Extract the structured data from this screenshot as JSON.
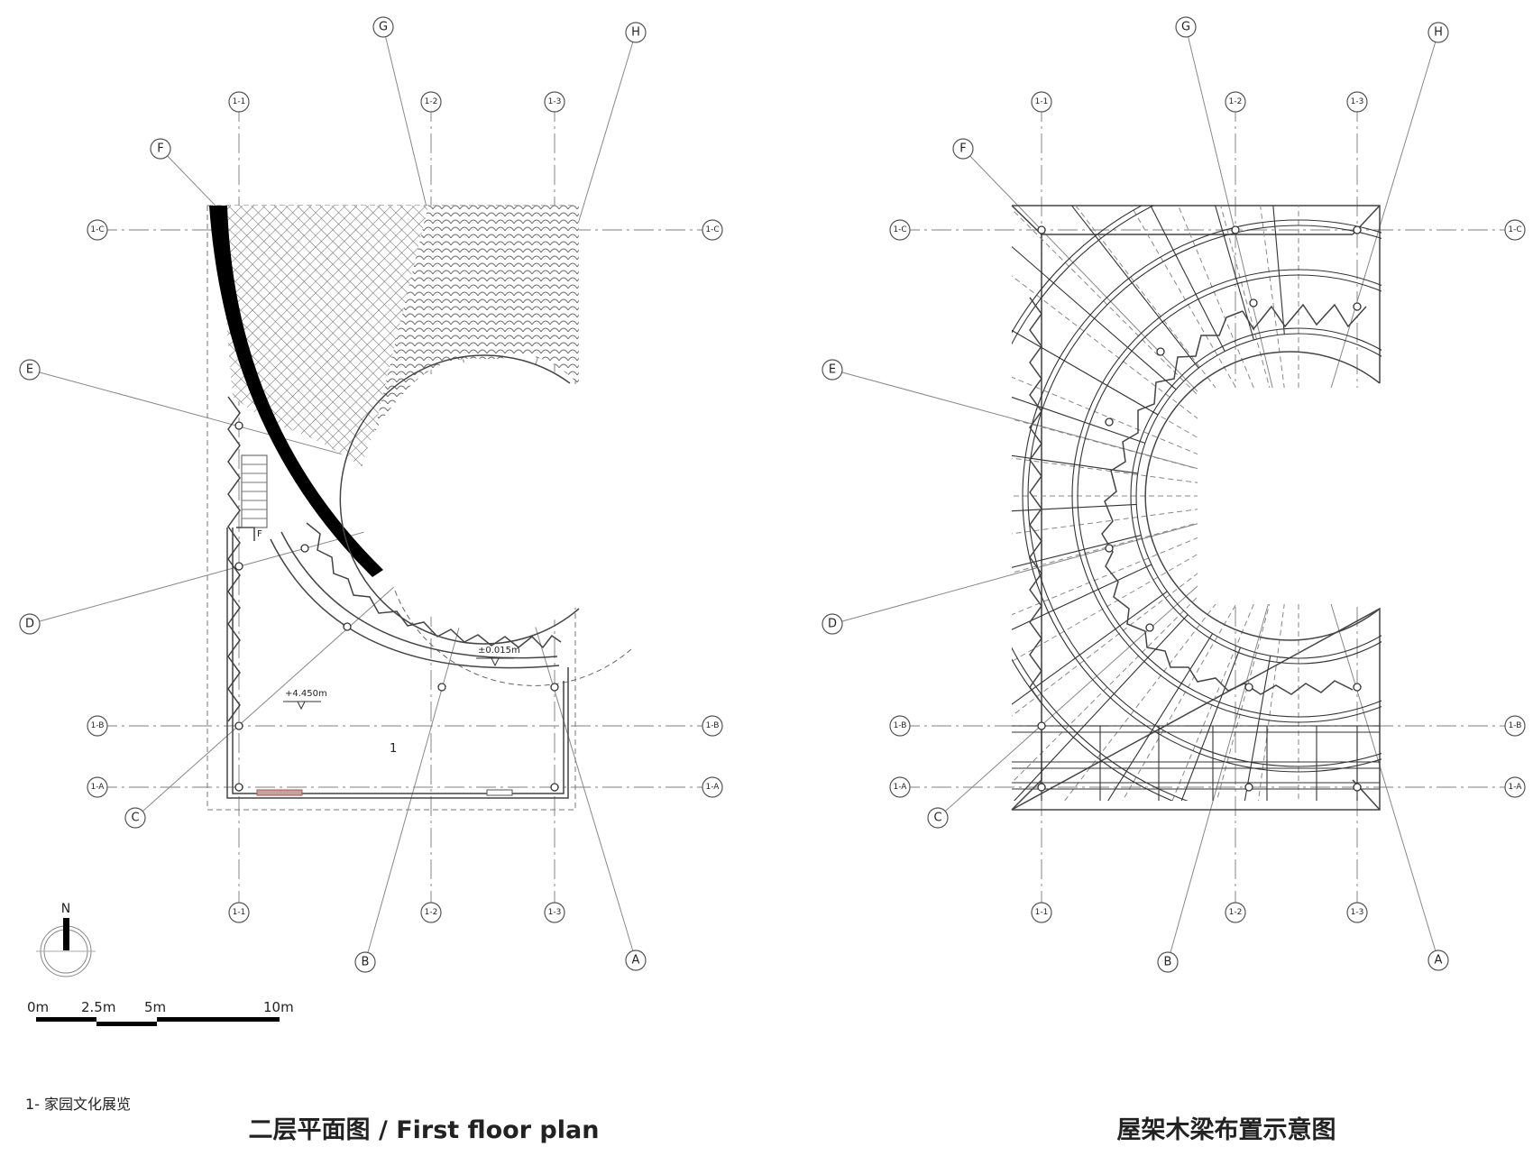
{
  "plan_left": {
    "caption": "二层平面图 / First floor plan",
    "room_number": "1",
    "level_upper": "±0.015m",
    "level_lower": "+4.450m",
    "stair_mark": "F",
    "axes_letters": [
      "A",
      "B",
      "C",
      "D",
      "E",
      "F",
      "G",
      "H"
    ],
    "grid_top": [
      "1-1",
      "1-2",
      "1-3"
    ],
    "grid_side": [
      "1-A",
      "1-B",
      "1-C"
    ]
  },
  "plan_right": {
    "caption": "屋架木梁布置示意图",
    "axes_letters": [
      "A",
      "B",
      "C",
      "D",
      "E",
      "F",
      "G",
      "H"
    ],
    "grid_top": [
      "1-1",
      "1-2",
      "1-3"
    ],
    "grid_side": [
      "1-A",
      "1-B",
      "1-C"
    ]
  },
  "legend": {
    "note": "1- 家园文化展览",
    "north": "N",
    "scale_labels": [
      "0m",
      "2.5m",
      "5m",
      "10m"
    ]
  },
  "colors": {
    "ink": "#222222",
    "hatch": "#777777",
    "wall_black": "#000000"
  }
}
